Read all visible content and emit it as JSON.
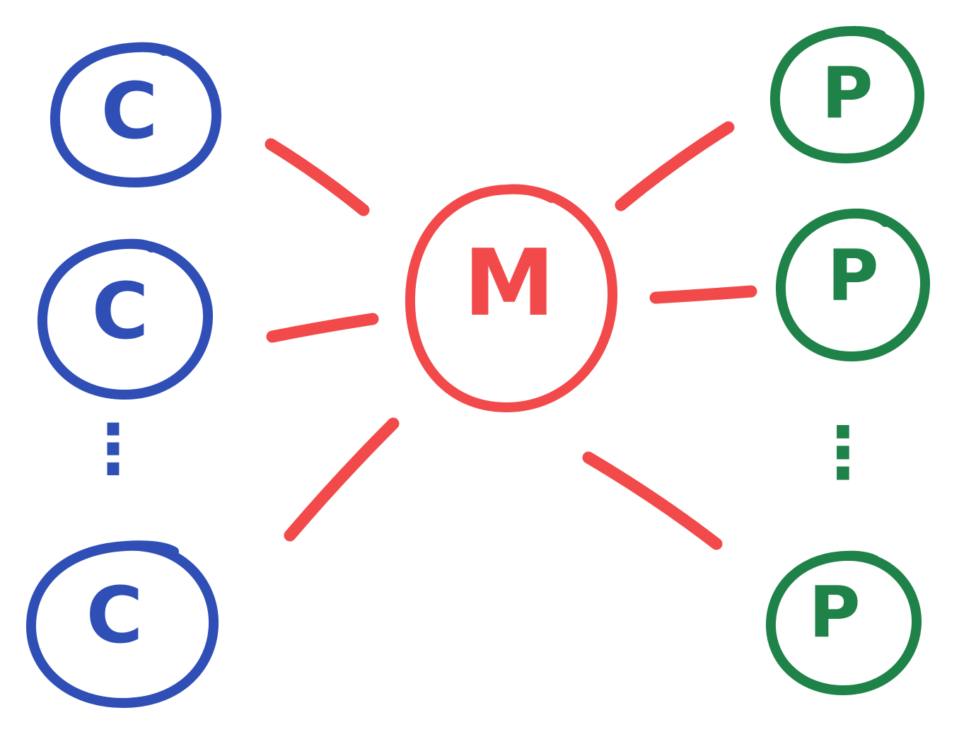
{
  "colors": {
    "consumer": "#2f4fb6",
    "mediator": "#f24a4a",
    "producer": "#1f8249",
    "background": "#ffffff"
  },
  "mediator": {
    "label": "M"
  },
  "consumers": [
    {
      "label": "C"
    },
    {
      "label": "C"
    },
    {
      "label": "C"
    }
  ],
  "producers": [
    {
      "label": "P"
    },
    {
      "label": "P"
    },
    {
      "label": "P"
    }
  ],
  "links": [
    {
      "from": "mediator",
      "to": "consumer-1"
    },
    {
      "from": "mediator",
      "to": "consumer-2"
    },
    {
      "from": "mediator",
      "to": "consumer-3"
    },
    {
      "from": "mediator",
      "to": "producer-1"
    },
    {
      "from": "mediator",
      "to": "producer-2"
    },
    {
      "from": "mediator",
      "to": "producer-3"
    }
  ],
  "ellipsis": {
    "consumers": "⋮",
    "producers": "⋮"
  }
}
